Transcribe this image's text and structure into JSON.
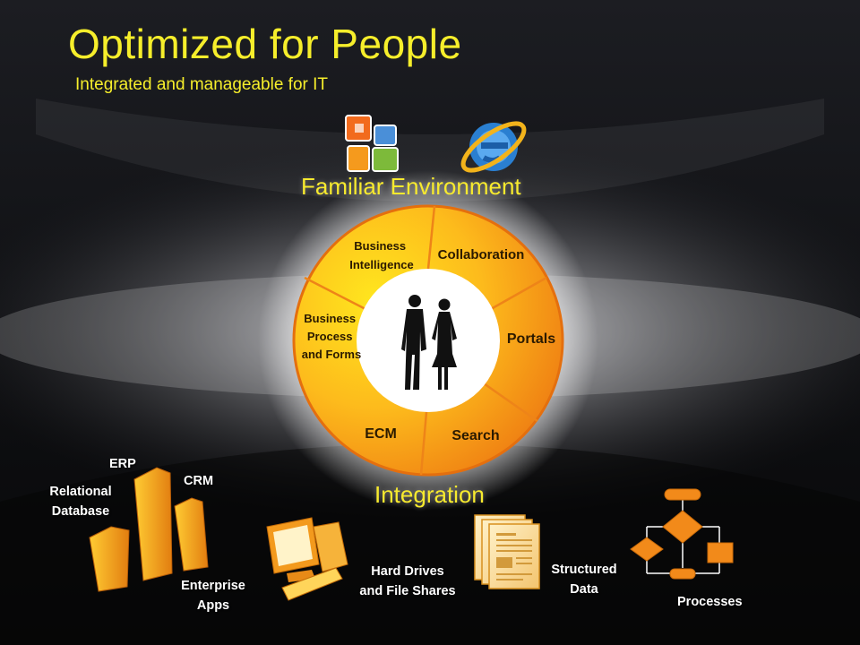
{
  "title": "Optimized for People",
  "subtitle": "Integrated and manageable for IT",
  "top_section": {
    "label": "Familiar Environment",
    "icons": [
      "office-logo",
      "internet-explorer-logo"
    ]
  },
  "wheel": {
    "center_icon": "people-silhouette-icon",
    "segments": {
      "business_intelligence": [
        "Business",
        "Intelligence"
      ],
      "collaboration": [
        "Collaboration"
      ],
      "portals": [
        "Portals"
      ],
      "search": [
        "Search"
      ],
      "ecm": [
        "ECM"
      ],
      "business_process": [
        "Business",
        "Process",
        "and Forms"
      ]
    }
  },
  "bottom_section": {
    "label": "Integration",
    "sources": {
      "erp": "ERP",
      "crm": "CRM",
      "relational_database": [
        "Relational",
        "Database"
      ],
      "enterprise_apps": [
        "Enterprise",
        "Apps"
      ],
      "hard_drives": [
        "Hard Drives",
        "and File Shares"
      ],
      "structured_data": [
        "Structured",
        "Data"
      ],
      "processes": "Processes"
    }
  },
  "colors": {
    "title": "#f6ee2b",
    "accent_orange": "#f28a1a",
    "wheel_inner": "#ffd21a",
    "wheel_outer": "#ef7d13"
  }
}
